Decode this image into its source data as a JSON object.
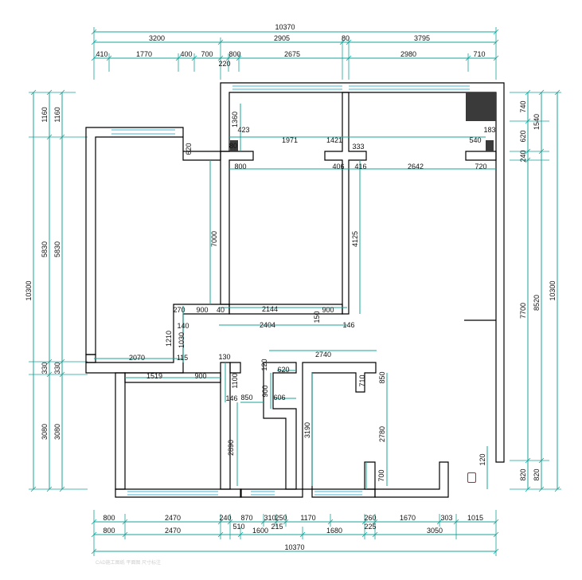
{
  "dims": {
    "top_total": "10370",
    "top_row2": [
      "3200",
      "2905",
      "80",
      "3795"
    ],
    "top_row3": [
      "410",
      "1770",
      "400",
      "700",
      "220",
      "800",
      "2675",
      "2980",
      "710"
    ],
    "left_outer": [
      "1160",
      "5830",
      "330",
      "3080"
    ],
    "left_inner": [
      "1160",
      "5830",
      "330",
      "3080"
    ],
    "left_total": "10300",
    "right_inner": [
      "740",
      "620",
      "240",
      "7700",
      "820"
    ],
    "right_mid": [
      "1540",
      "8520",
      "820"
    ],
    "right_total": "10300",
    "bottom_row1": [
      "800",
      "2470",
      "240",
      "870",
      "310",
      "250",
      "1170",
      "260",
      "1670",
      "303",
      "1015"
    ],
    "bottom_row2": [
      "800",
      "2470",
      "510",
      "1600",
      "215",
      "1680",
      "225",
      "3050"
    ],
    "bottom_total": "10370",
    "interior": {
      "d423": "423",
      "d1971": "1971",
      "d1421": "1421",
      "d1360": "1360",
      "d80": "80",
      "d183": "183",
      "d540": "540",
      "d333": "333",
      "d620": "620",
      "d800": "800",
      "d406": "406",
      "d416": "416",
      "d2642": "2642",
      "d720": "720",
      "d7000": "7000",
      "d4125": "4125",
      "d270": "270",
      "d900a": "900",
      "d40": "40",
      "d2144": "2144",
      "d900b": "900",
      "d2404": "2404",
      "d150": "150",
      "d146": "146",
      "d1210": "1210",
      "d140": "140",
      "d1030": "1030",
      "d115": "115",
      "d2070": "2070",
      "d1519": "1519",
      "d900c": "900",
      "d130": "130",
      "d1100": "1100",
      "d146b": "146",
      "d2890": "2890",
      "d2740": "2740",
      "d120a": "120",
      "d620b": "620",
      "d710": "710",
      "d850a": "850",
      "d900d": "900",
      "d850b": "850",
      "d606": "606",
      "d3190": "3190",
      "d2780": "2780",
      "d700": "700",
      "d120b": "120"
    }
  },
  "footer_text": "CAD施工图纸 平面图 尺寸标注"
}
